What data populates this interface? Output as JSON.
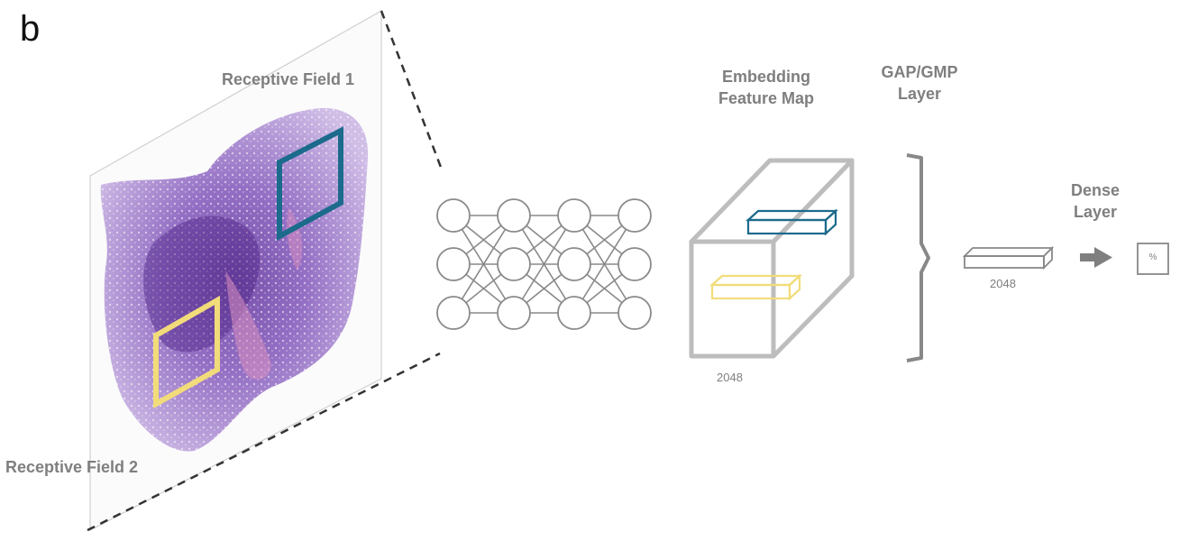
{
  "panel_label": "b",
  "labels": {
    "receptive_field_1": "Receptive Field 1",
    "receptive_field_2": "Receptive Field 2",
    "embedding_line1": "Embedding",
    "embedding_line2": "Feature Map",
    "gap_line1": "GAP/GMP",
    "gap_line2": "Layer",
    "dense_line1": "Dense",
    "dense_line2": "Layer",
    "feature_map_dim": "2048",
    "pooled_dim": "2048",
    "output_symbol": "%"
  },
  "colors": {
    "field_1": "#1c6a8c",
    "field_2": "#f2dc7a",
    "structure": "#bdbdbd",
    "text": "#7f7f7f",
    "tissue": "#9b6fc3",
    "tissue_dark": "#6a3fa3",
    "tissue_pink": "#d98fbf"
  },
  "network": {
    "layers": 4,
    "nodes_per_layer": 3
  }
}
